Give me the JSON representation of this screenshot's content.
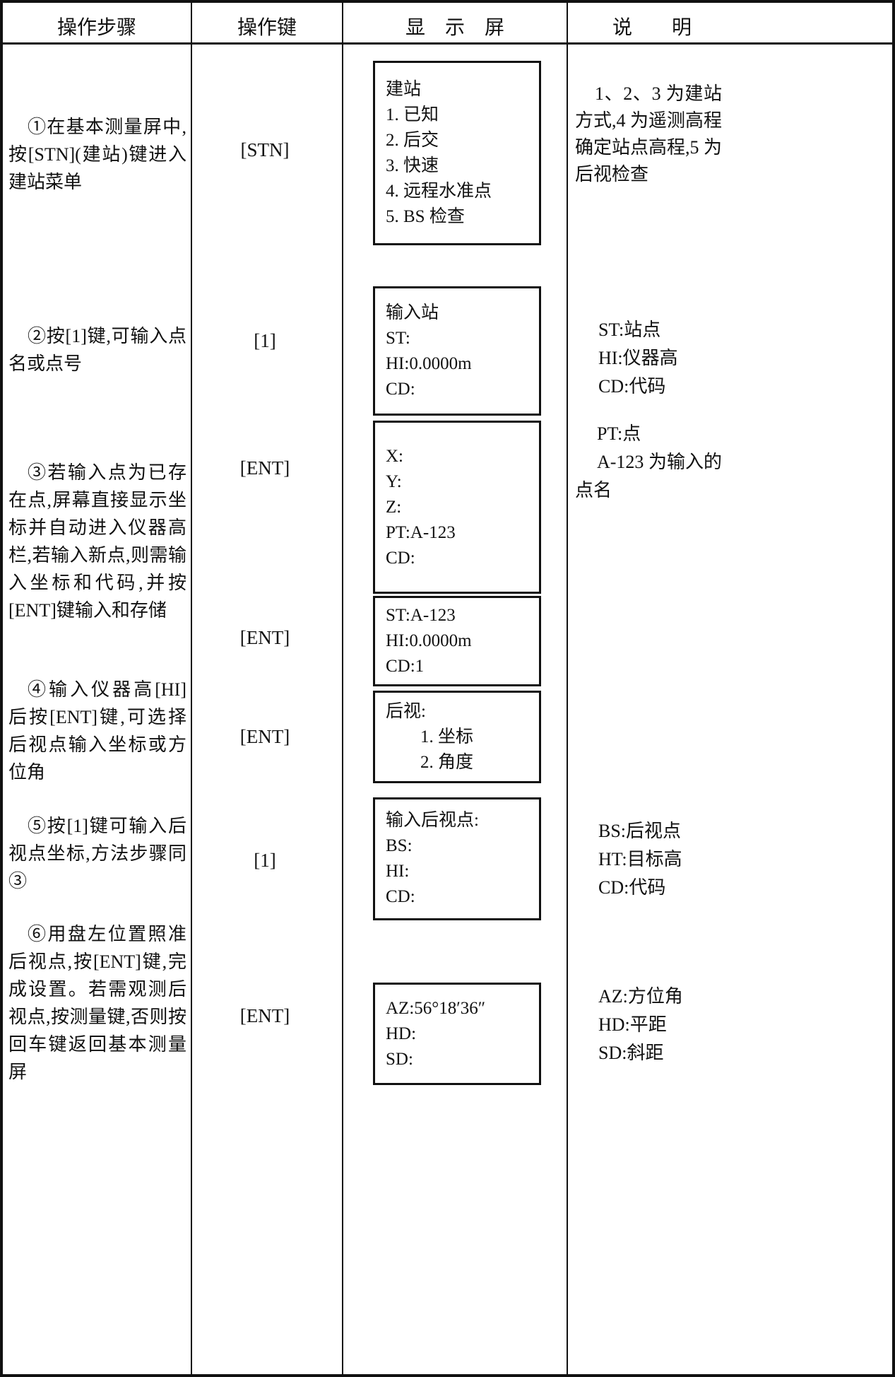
{
  "header": {
    "steps": "操作步骤",
    "keys": "操作键",
    "display": "显　示　屏",
    "notes": "说　　明"
  },
  "steps": [
    {
      "text": "①在基本测量屏中,按[STN](建站)键进入建站菜单"
    },
    {
      "text": "②按[1]键,可输入点名或点号"
    },
    {
      "text": "③若输入点为已存在点,屏幕直接显示坐标并自动进入仪器高栏,若输入新点,则需输入坐标和代码,并按[ENT]键输入和存储"
    },
    {
      "text": "④输入仪器高[HI]后按[ENT]键,可选择后视点输入坐标或方位角"
    },
    {
      "text": "⑤按[1]键可输入后视点坐标,方法步骤同③"
    },
    {
      "text": "⑥用盘左位置照准后视点,按[ENT]键,完成设置。若需观测后视点,按测量键,否则按回车键返回基本测量屏"
    }
  ],
  "keys": [
    {
      "label": "[STN]"
    },
    {
      "label": "[1]"
    },
    {
      "label": "[ENT]"
    },
    {
      "label": "[ENT]"
    },
    {
      "label": "[ENT]"
    },
    {
      "label": "[1]"
    },
    {
      "label": "[ENT]"
    }
  ],
  "screens": [
    {
      "lines": [
        "建站",
        "1. 已知",
        "2. 后交",
        "3. 快速",
        "4. 远程水准点",
        "5. BS 检查"
      ]
    },
    {
      "lines": [
        "输入站",
        "ST:",
        "HI:0.0000m",
        "CD:"
      ]
    },
    {
      "lines": [
        "X:",
        "Y:",
        "Z:",
        "PT:A-123",
        "CD:"
      ]
    },
    {
      "lines": [
        "ST:A-123",
        "HI:0.0000m",
        "CD:1"
      ]
    },
    {
      "lines": [
        "后视:",
        "1. 坐标",
        "2. 角度"
      ]
    },
    {
      "lines": [
        "输入后视点:",
        "BS:",
        "HI:",
        "CD:"
      ]
    },
    {
      "lines": [
        "AZ:56°18′36″",
        "HD:",
        "SD:"
      ]
    }
  ],
  "notes": [
    {
      "text": "1、2、3 为建站方式,4 为遥测高程确定站点高程,5 为后视检查"
    },
    {
      "lines": [
        "ST:站点",
        "HI:仪器高",
        "CD:代码"
      ]
    },
    {
      "lines": [
        "PT:点",
        "A-123 为输入的点名"
      ]
    },
    {
      "lines": [
        "BS:后视点",
        "HT:目标高",
        "CD:代码"
      ]
    },
    {
      "lines": [
        "AZ:方位角",
        "HD:平距",
        "SD:斜距"
      ]
    }
  ]
}
